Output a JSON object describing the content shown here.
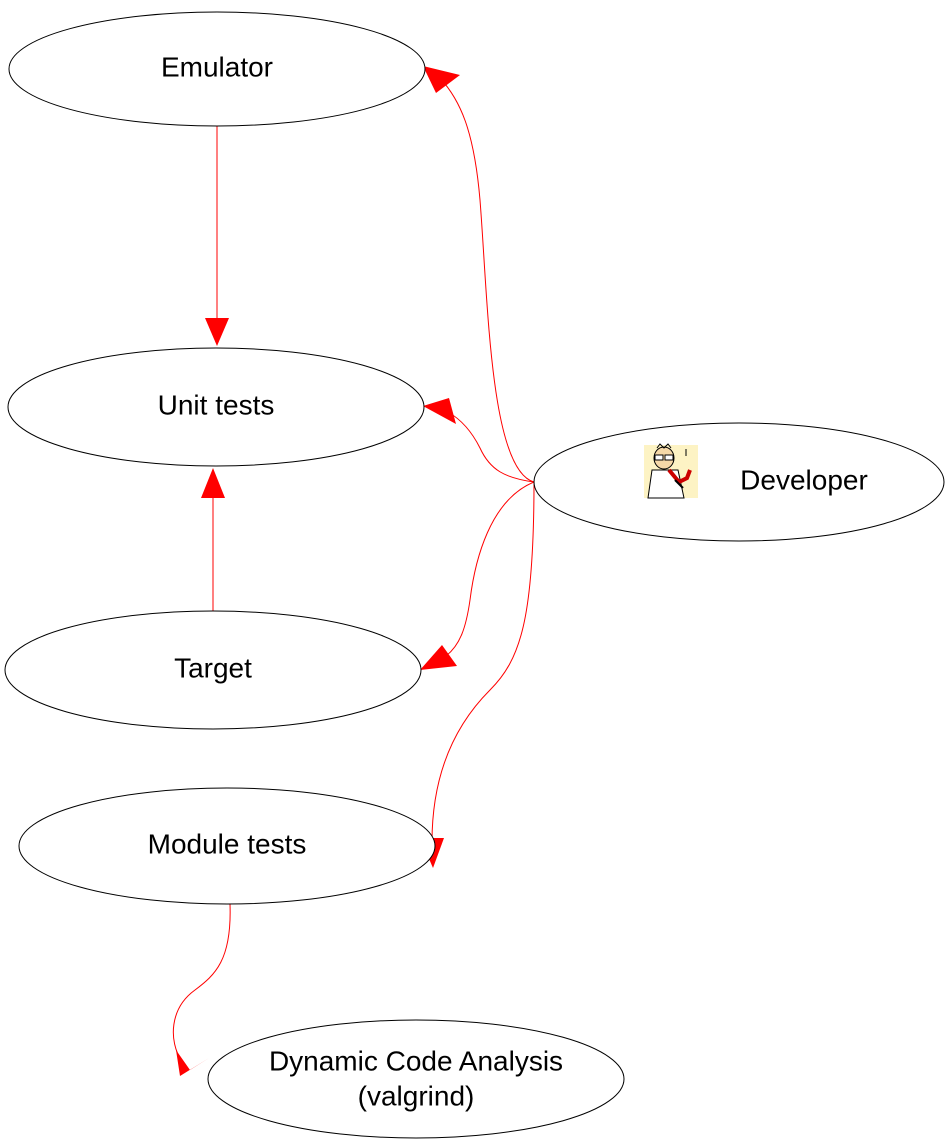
{
  "diagram": {
    "edge_color": "#ff0000",
    "node_fill": "#ffffff",
    "node_stroke": "#000000",
    "nodes": {
      "emulator": {
        "label": "Emulator"
      },
      "unit_tests": {
        "label": "Unit tests"
      },
      "target": {
        "label": "Target"
      },
      "developer": {
        "label": "Developer",
        "icon": "dilbert-character-icon"
      },
      "module_tests": {
        "label": "Module tests"
      },
      "dynamic_analysis": {
        "label_line1": "Dynamic Code Analysis",
        "label_line2": "(valgrind)"
      }
    },
    "edges": [
      {
        "from": "Emulator",
        "to": "Unit tests"
      },
      {
        "from": "Target",
        "to": "Unit tests"
      },
      {
        "from": "Developer",
        "to": "Emulator"
      },
      {
        "from": "Developer",
        "to": "Unit tests"
      },
      {
        "from": "Developer",
        "to": "Target"
      },
      {
        "from": "Developer",
        "to": "Module tests"
      },
      {
        "from": "Module tests",
        "to": "Dynamic Code Analysis"
      }
    ]
  }
}
